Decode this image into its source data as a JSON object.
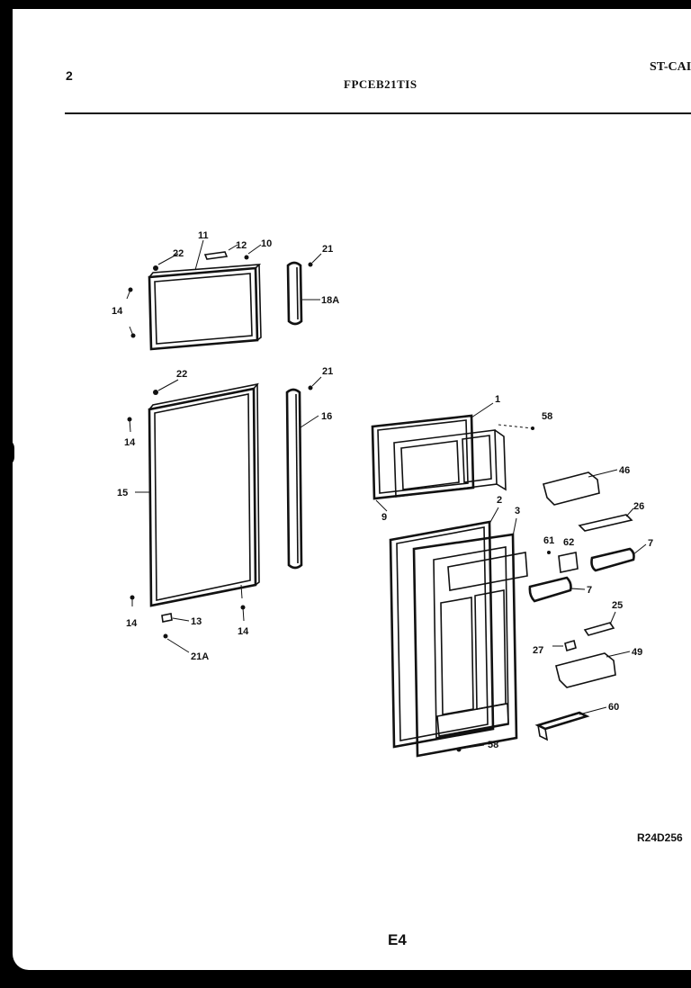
{
  "header": {
    "page_number": "2",
    "model_number": "FPCEB21TIS",
    "catalog_code": "ST-CAI"
  },
  "footer": {
    "drawing_code": "R24D256",
    "section_code": "E4"
  },
  "callouts": {
    "c1": "1",
    "c2": "2",
    "c3": "3",
    "c7a": "7",
    "c7b": "7",
    "c9": "9",
    "c10": "10",
    "c11": "11",
    "c12": "12",
    "c13": "13",
    "c14a": "14",
    "c14b": "14",
    "c14c": "14",
    "c14d": "14",
    "c15": "15",
    "c16": "16",
    "c18a": "18A",
    "c21a": "21",
    "c21b": "21",
    "c21c": "21A",
    "c22a": "22",
    "c22b": "22",
    "c25": "25",
    "c26": "26",
    "c27": "27",
    "c46": "46",
    "c49": "49",
    "c58a": "58",
    "c58b": "58",
    "c60": "60",
    "c61": "61",
    "c62": "62"
  }
}
